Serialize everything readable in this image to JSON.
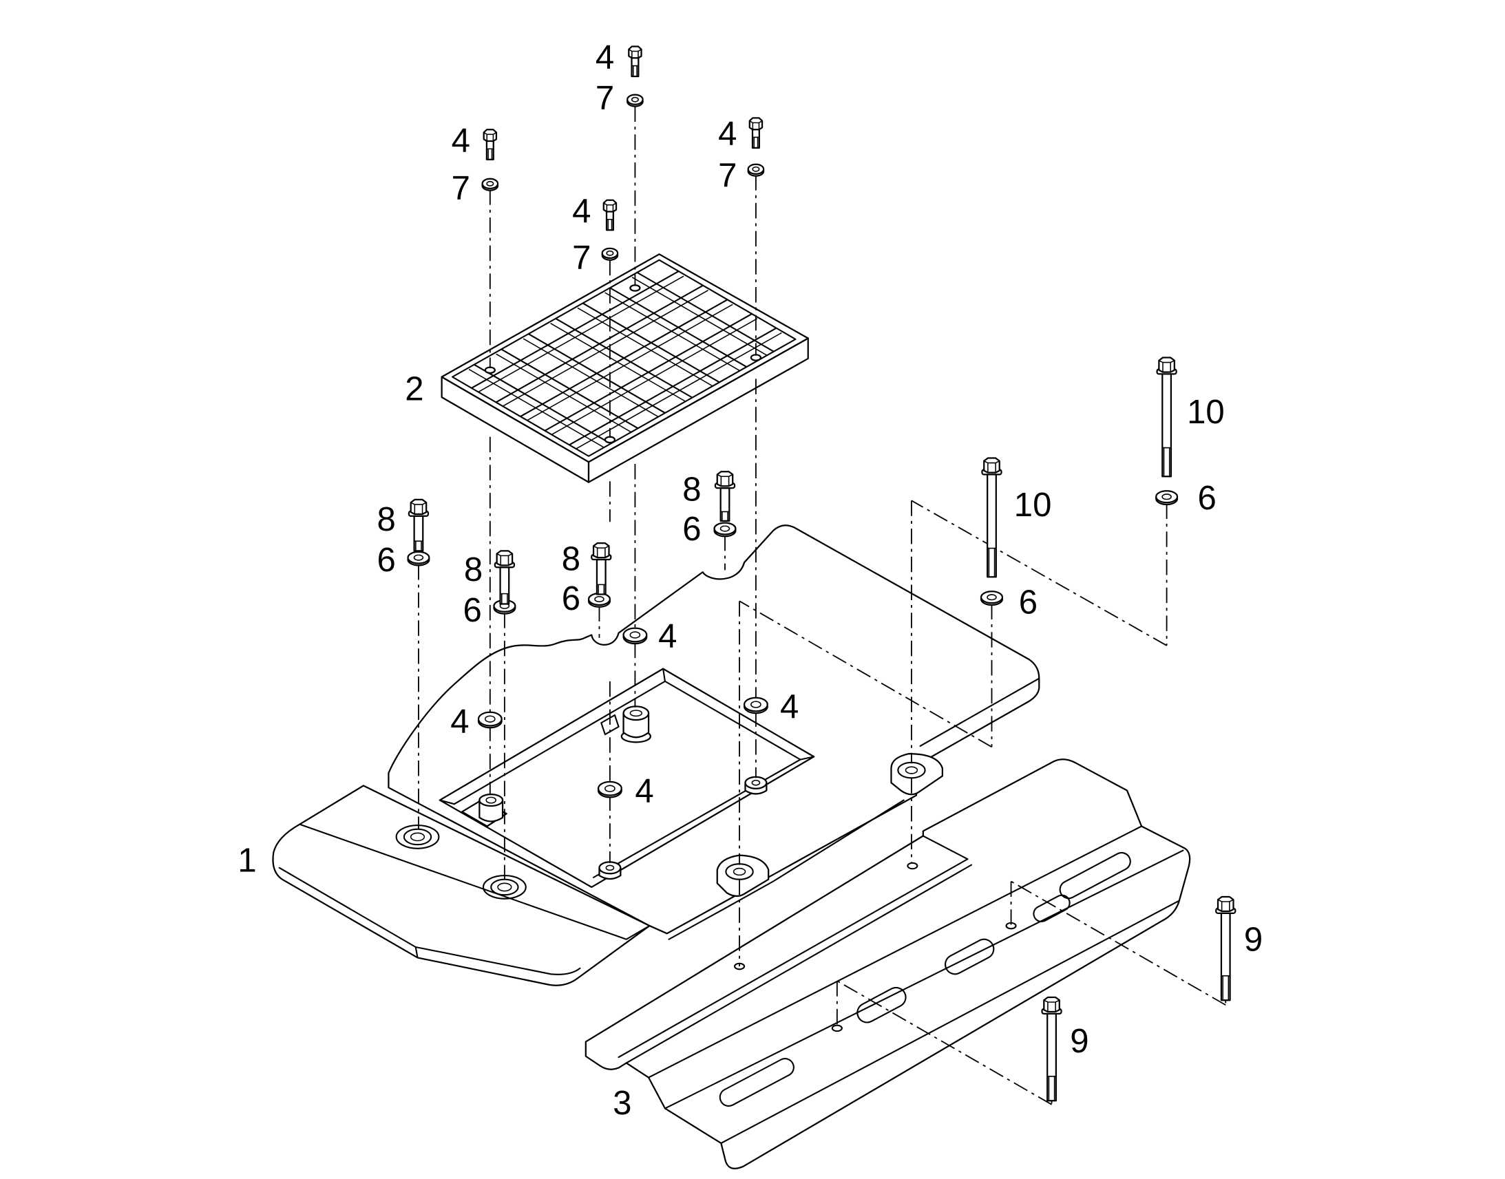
{
  "callouts": [
    {
      "label": "4"
    },
    {
      "label": "7"
    },
    {
      "label": "4"
    },
    {
      "label": "7"
    },
    {
      "label": "4"
    },
    {
      "label": "7"
    },
    {
      "label": "4"
    },
    {
      "label": "7"
    },
    {
      "label": "2"
    },
    {
      "label": "10"
    },
    {
      "label": "6"
    },
    {
      "label": "8"
    },
    {
      "label": "6"
    },
    {
      "label": "10"
    },
    {
      "label": "6"
    },
    {
      "label": "8"
    },
    {
      "label": "6"
    },
    {
      "label": "8"
    },
    {
      "label": "6"
    },
    {
      "label": "8"
    },
    {
      "label": "6"
    },
    {
      "label": "4"
    },
    {
      "label": "4"
    },
    {
      "label": "4"
    },
    {
      "label": "4"
    },
    {
      "label": "1"
    },
    {
      "label": "9"
    },
    {
      "label": "9"
    },
    {
      "label": "3"
    }
  ]
}
